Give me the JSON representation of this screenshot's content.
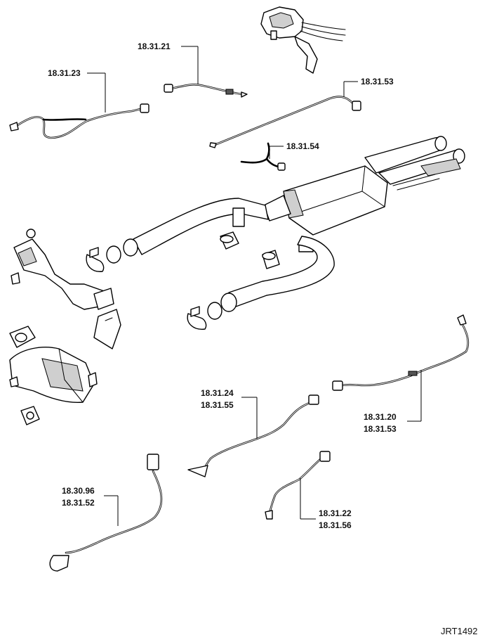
{
  "callouts": [
    {
      "id": "c1",
      "lines": [
        "18.31.21"
      ]
    },
    {
      "id": "c2",
      "lines": [
        "18.31.23"
      ]
    },
    {
      "id": "c3",
      "lines": [
        "18.31.53"
      ]
    },
    {
      "id": "c4",
      "lines": [
        "18.31.54"
      ]
    },
    {
      "id": "c5",
      "lines": [
        "18.31.24",
        "18.31.55"
      ]
    },
    {
      "id": "c6",
      "lines": [
        "18.31.20",
        "18.31.53"
      ]
    },
    {
      "id": "c7",
      "lines": [
        "18.30.96",
        "18.31.52"
      ]
    },
    {
      "id": "c8",
      "lines": [
        "18.31.22",
        "18.31.56"
      ]
    }
  ],
  "drawing_code": "JRT1492"
}
